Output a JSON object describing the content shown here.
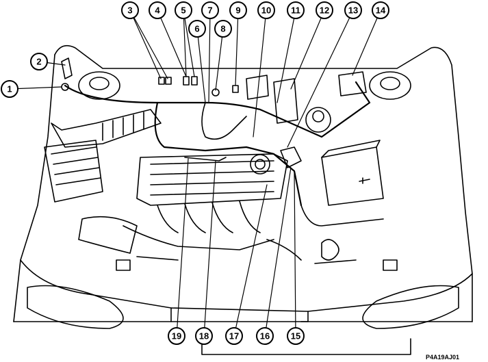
{
  "diagram": {
    "callouts": [
      "1",
      "2",
      "3",
      "4",
      "5",
      "6",
      "7",
      "8",
      "9",
      "10",
      "11",
      "12",
      "13",
      "14",
      "15",
      "16",
      "17",
      "18",
      "19"
    ],
    "reference_code": "P4A19AJ01",
    "line_color": "#000000",
    "background_color": "#ffffff"
  }
}
